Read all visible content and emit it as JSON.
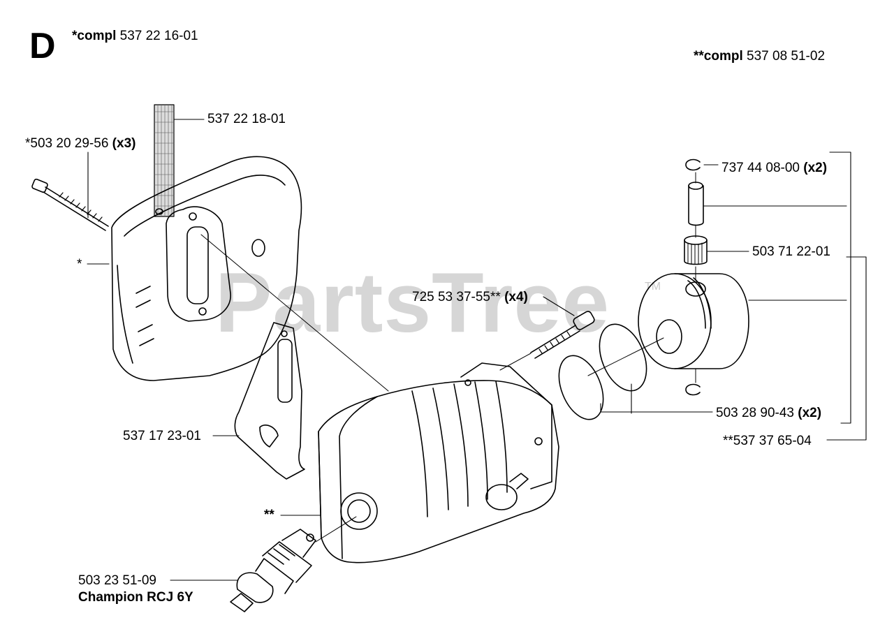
{
  "section_letter": "D",
  "kits": {
    "muffler_kit": {
      "prefix": "*compl",
      "number": "537 22 16-01"
    },
    "piston_kit": {
      "prefix": "**compl",
      "number": "537 08 51-02"
    }
  },
  "watermark": {
    "text": "PartsTree",
    "trademark": "TM"
  },
  "parts": {
    "screen": {
      "number": "537 22 18-01"
    },
    "muffler_bolt": {
      "number": "*503 20 29-56",
      "qty": "(x3)"
    },
    "muffler": {
      "mark": "*"
    },
    "gasket": {
      "number": "537 17 23-01"
    },
    "cylinder": {
      "mark": "**"
    },
    "cylinder_screw": {
      "number": "725 53 37-55**",
      "qty": "(x4)"
    },
    "circlip": {
      "number": "737 44 08-00",
      "qty": "(x2)"
    },
    "bearing": {
      "number": "503 71 22-01"
    },
    "rings": {
      "number": "503 28 90-43",
      "qty": "(x2)"
    },
    "piston_assembly": {
      "number": "**537 37 65-04"
    },
    "spark_plug": {
      "number": "503 23 51-09",
      "brand": "Champion RCJ 6Y"
    }
  }
}
